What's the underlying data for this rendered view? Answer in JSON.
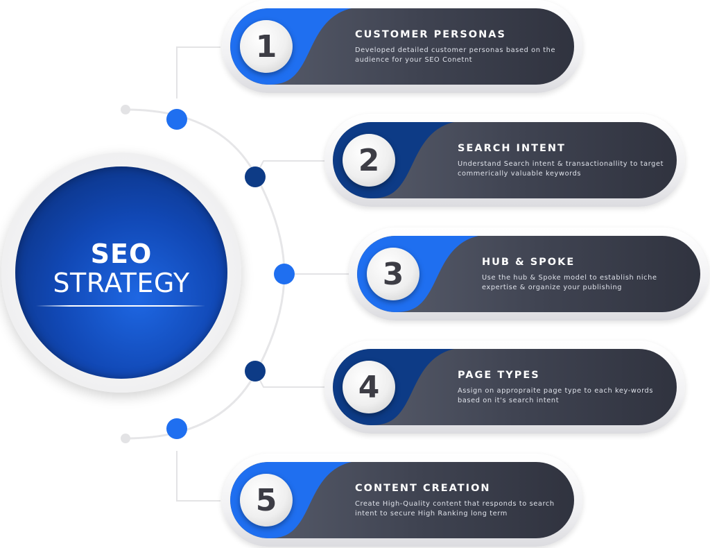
{
  "hub": {
    "line1": "SEO",
    "line2": "STRATEGY"
  },
  "colors": {
    "blue": "#1f6ff0",
    "navy": "#0d3b86",
    "card_dark": "#3a3e4b",
    "connector": "#e6e6e8"
  },
  "steps": [
    {
      "number": "1",
      "title": "CUSTOMER PERSONAS",
      "desc": "Developed detailed customer personas based on the audience for your SEO Conetnt",
      "accent": "#1f6ff0"
    },
    {
      "number": "2",
      "title": "SEARCH INTENT",
      "desc": "Understand Search intent & transactionallity to target commerically valuable keywords",
      "accent": "#0d3b86"
    },
    {
      "number": "3",
      "title": "HUB & SPOKE",
      "desc": "Use the hub & Spoke model to establish niche expertise & organize your publishing",
      "accent": "#1f6ff0"
    },
    {
      "number": "4",
      "title": "PAGE TYPES",
      "desc": "Assign on appropraite page type to each key-words based on it's search intent",
      "accent": "#0d3b86"
    },
    {
      "number": "5",
      "title": "CONTENT CREATION",
      "desc": "Create High-Quality content that responds to search intent to secure High Ranking long term",
      "accent": "#1f6ff0"
    }
  ]
}
